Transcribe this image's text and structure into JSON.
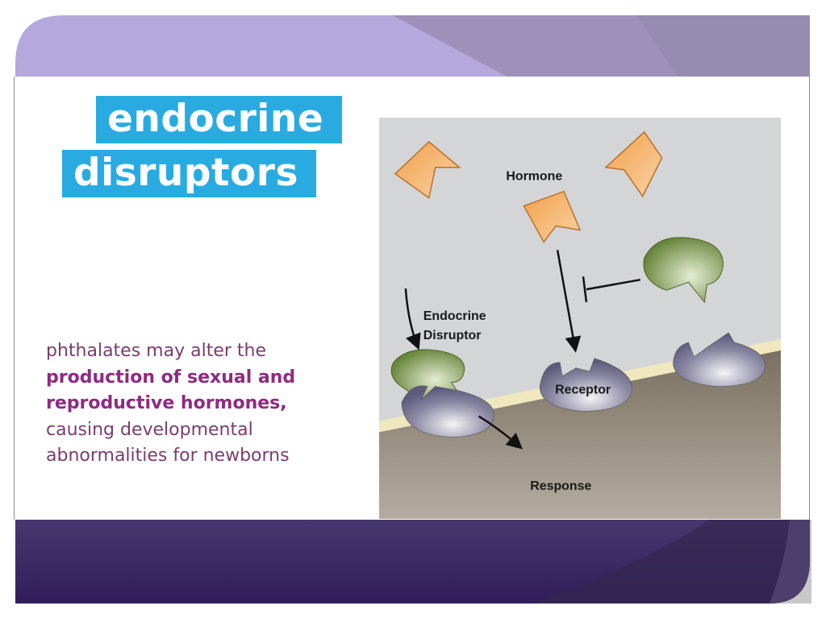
{
  "title": {
    "line1": "endocrine",
    "line2": "disruptors"
  },
  "body": {
    "line1": "phthalates may alter the",
    "line2": "production of sexual and",
    "line3": "reproductive hormones,",
    "line4": "causing developmental",
    "line5": "abnormalities for newborns"
  },
  "diagram": {
    "hormone": "Hormone",
    "disruptor_line1": "Endocrine",
    "disruptor_line2": "Disruptor",
    "receptor": "Receptor",
    "response": "Response"
  },
  "colors": {
    "title_bg": "#29abe2",
    "body_text": "#7a3c6e",
    "top_band": "#b5a8dc",
    "bottom_band": "#3a2a66"
  }
}
